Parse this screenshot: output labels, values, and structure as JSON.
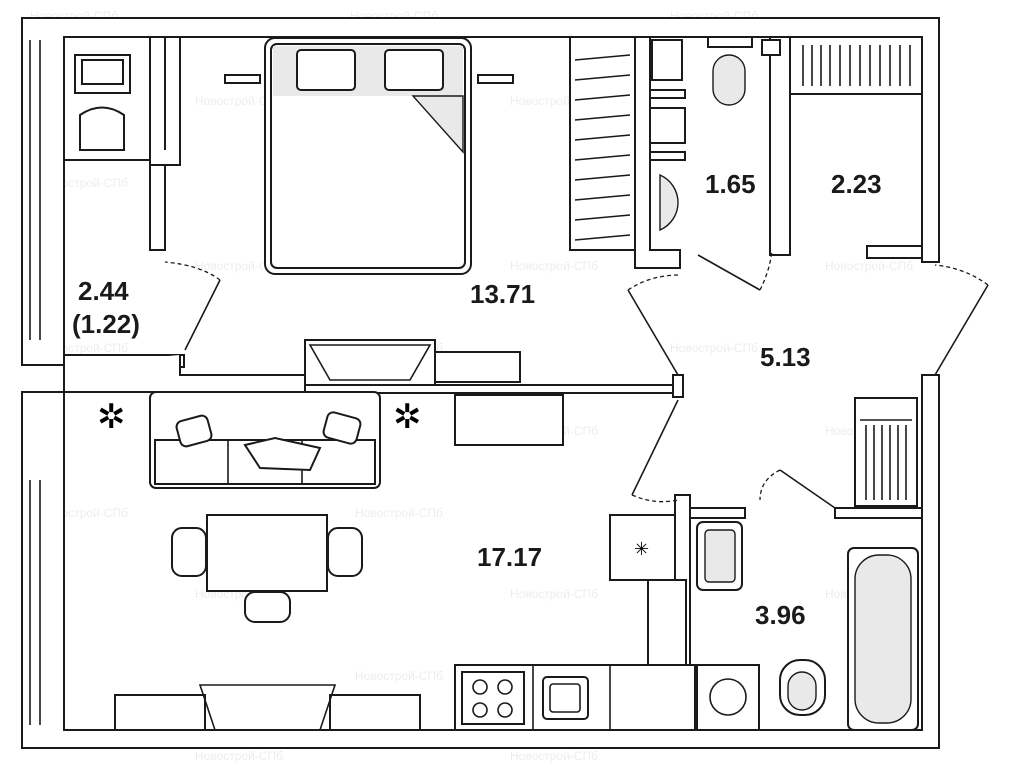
{
  "watermark": "Новострой-СПб",
  "rooms": {
    "loggia": {
      "area": "2.44",
      "area_reduced": "(1.22)"
    },
    "bedroom": {
      "area": "13.71"
    },
    "wc": {
      "area": "1.65"
    },
    "wardrobe": {
      "area": "2.23"
    },
    "hall": {
      "area": "5.13"
    },
    "living_kitchen": {
      "area": "17.17"
    },
    "bathroom": {
      "area": "3.96"
    }
  },
  "colors": {
    "wall": "#1a1a1a",
    "fixture_fill": "#e9e9e9",
    "background": "#ffffff"
  }
}
